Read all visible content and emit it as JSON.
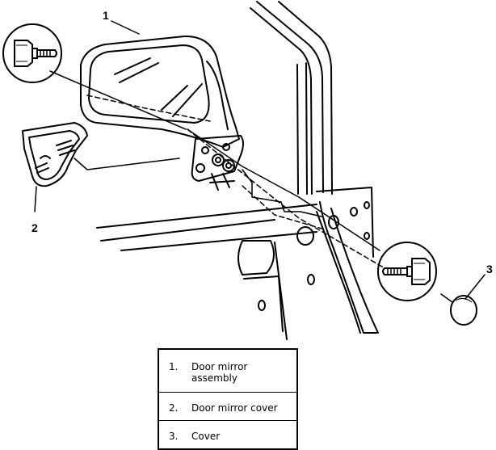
{
  "callouts": [
    "1",
    "2",
    "3"
  ],
  "legend": [
    {
      "number": "1.",
      "text": "Door mirror assembly"
    },
    {
      "number": "2.",
      "text": "Door mirror cover"
    },
    {
      "number": "3.",
      "text": "Cover"
    }
  ],
  "icons": [
    "bolt-icon",
    "bolt-icon"
  ]
}
